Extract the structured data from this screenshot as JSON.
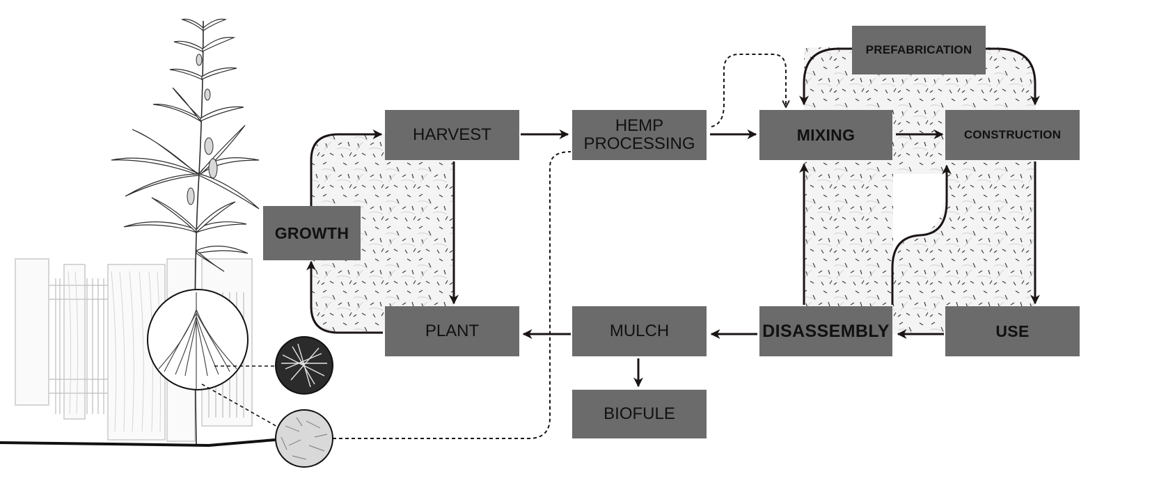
{
  "nodes": {
    "harvest": "HARVEST",
    "hemp_processing": "HEMP\nPROCESSING",
    "mixing": "MIXING",
    "construction": "CONSTRUCTION",
    "prefabrication": "PREFABRICATION",
    "growth": "GROWTH",
    "plant": "PLANT",
    "mulch": "MULCH",
    "disassembly": "DISASSEMBLY",
    "use": "USE",
    "biofule": "BIOFULE"
  },
  "colors": {
    "box_fill": "#6b6b6b",
    "text": "#111111",
    "arrow": "#1a1414",
    "texture_fill": "#f3f3f3",
    "sketch_line": "#cfcfcf",
    "ground": "#111111"
  }
}
